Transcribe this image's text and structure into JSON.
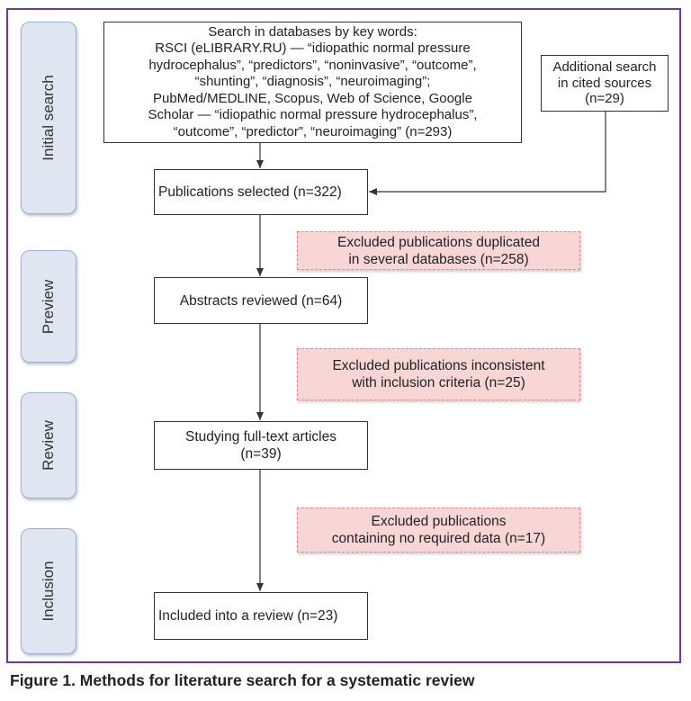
{
  "stages": {
    "initial_search": "Initial search",
    "preview": "Preview",
    "review": "Review",
    "inclusion": "Inclusion"
  },
  "search_box": {
    "lines": [
      "Search in databases by key words:",
      "RSCI (eLIBRARY.RU) — “idiopathic normal pressure",
      "hydrocephalus”, “predictors”, “noninvasive”, “outcome”,",
      "“shunting”, “diagnosis”, “neuroimaging”;",
      "PubMed/MEDLINE, Scopus, Web of Science, Google",
      "Scholar — “idiopathic normal pressure hydrocephalus”,",
      "“outcome”, “predictor”, “neuroimaging” (n=293)"
    ]
  },
  "additional_box": {
    "lines": [
      "Additional search",
      "in cited sources",
      "(n=29)"
    ]
  },
  "selected_box": {
    "lines": [
      "Publications selected (n=322)"
    ]
  },
  "excluded_duplicates": {
    "lines": [
      "Excluded publications duplicated",
      "in several databases (n=258)"
    ]
  },
  "abstracts_box": {
    "lines": [
      "Abstracts reviewed (n=64)"
    ]
  },
  "excluded_inconsistent": {
    "lines": [
      "Excluded publications inconsistent",
      "with inclusion criteria (n=25)"
    ]
  },
  "fulltext_box": {
    "lines": [
      "Studying full-text articles",
      "(n=39)"
    ]
  },
  "excluded_nodata": {
    "lines": [
      "Excluded publications",
      "containing no required data (n=17)"
    ]
  },
  "included_box": {
    "lines": [
      "Included into a review (n=23)"
    ]
  },
  "caption": "Figure 1. Methods for literature search for a systematic review"
}
